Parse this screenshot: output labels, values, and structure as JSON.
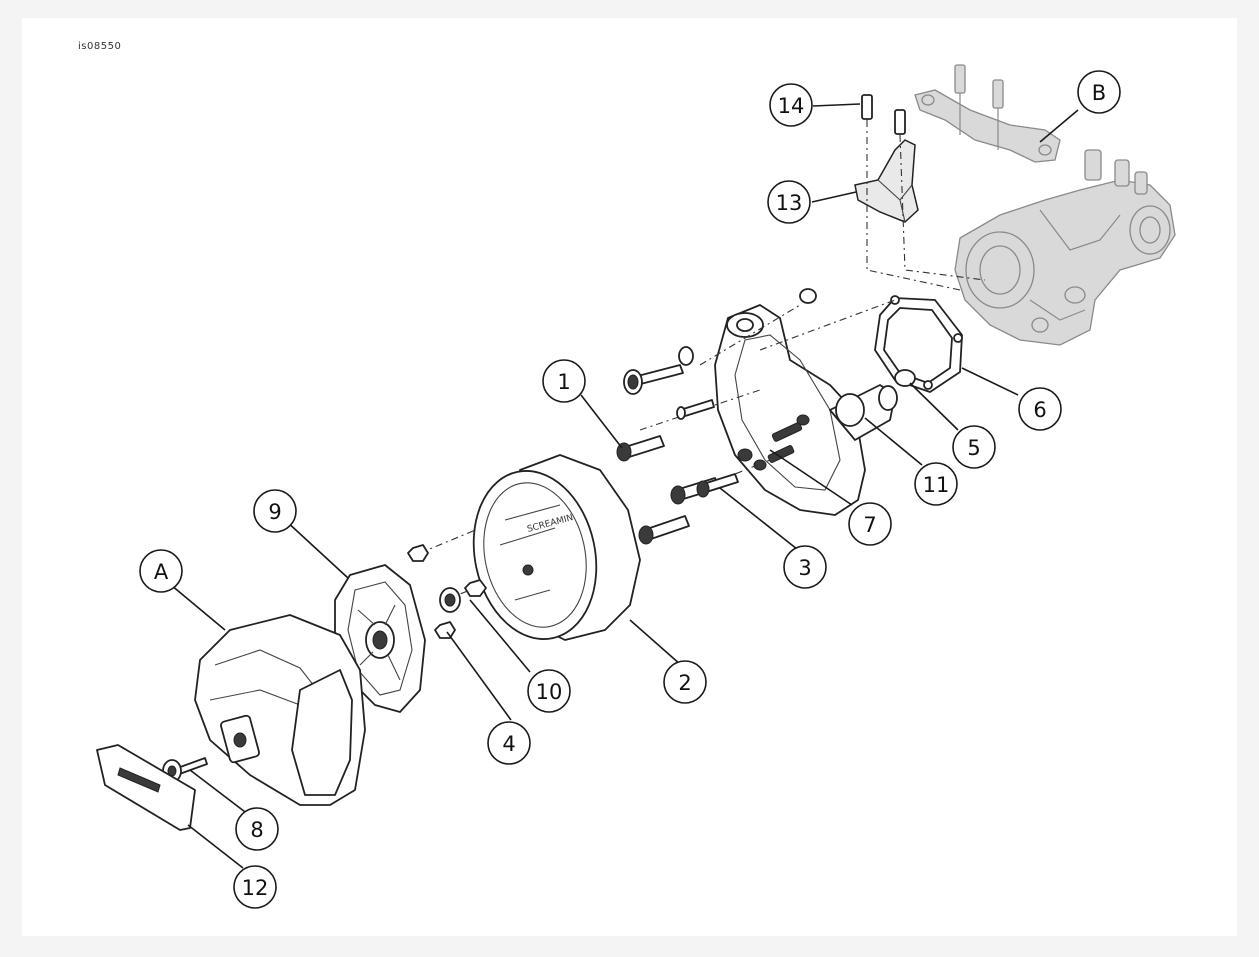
{
  "figure_id": "is08550",
  "callouts": {
    "c1": "1",
    "c2": "2",
    "c3": "3",
    "c4": "4",
    "c5": "5",
    "c6": "6",
    "c7": "7",
    "c8": "8",
    "c9": "9",
    "c10": "10",
    "c11": "11",
    "c12": "12",
    "c13": "13",
    "c14": "14",
    "cA": "A",
    "cB": "B"
  }
}
